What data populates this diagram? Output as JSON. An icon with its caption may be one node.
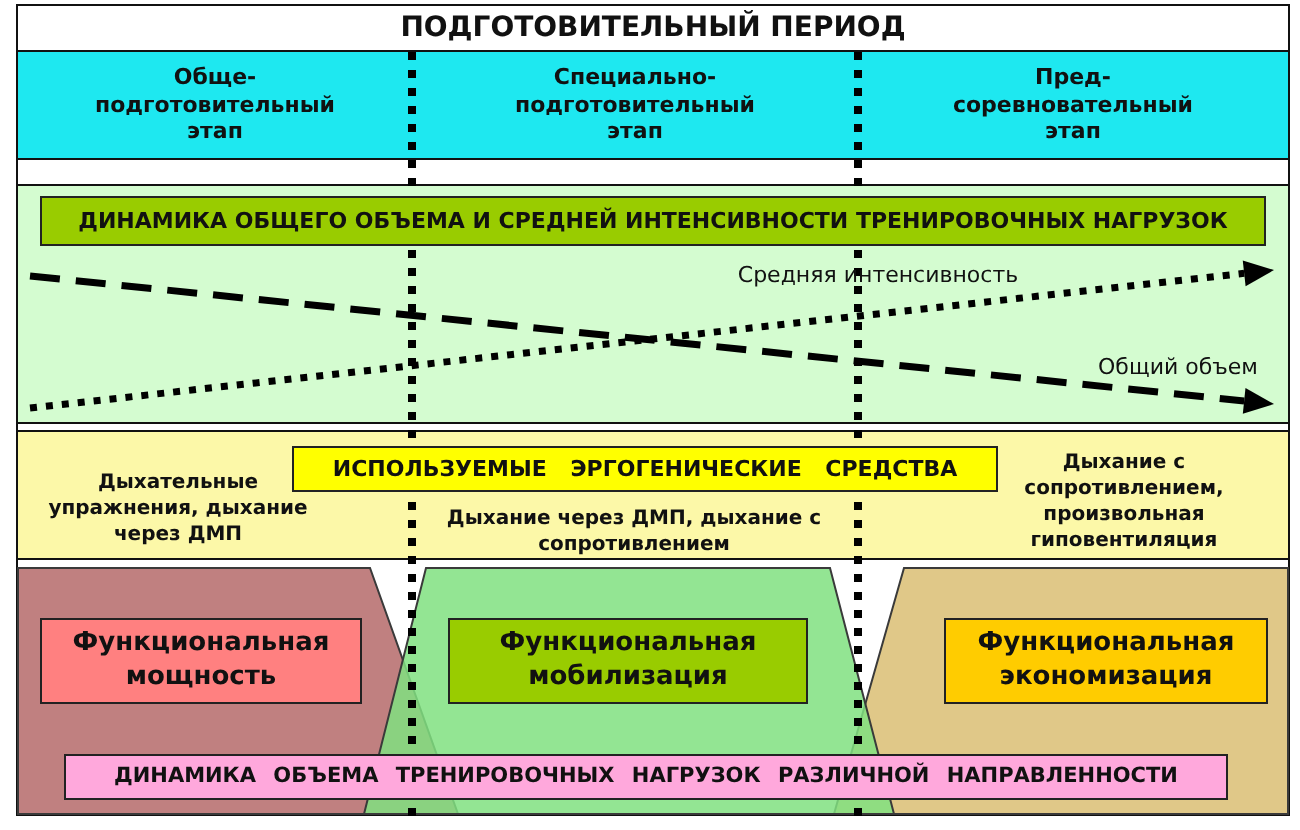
{
  "diagram": {
    "title": "ПОДГОТОВИТЕЛЬНЫЙ ПЕРИОД",
    "nodes": [
      {
        "text": [
          "Обще-подготовительный этап"
        ]
      },
      {
        "text": [
          "Специально-подготовительный этап"
        ]
      },
      {
        "text": [
          "Пред-соревновательный этап"
        ]
      },
      {
        "text": [],
        "shape": "box"
      },
      {
        "text": [
          "ДИНАМИКА ОБЩЕГО ОБЪЕМА И СРЕДНЕЙ ИНТЕНСИВНОСТИ ТРЕНИРОВОЧНЫХ НАГРУЗОК"
        ],
        "in": 3
      },
      {
        "text": [
          "Дыхательные упражнения, дыхание через ДМП",
          "Дыхание через ДМП, дыхание с сопротивлением",
          "Дыхание с сопротивлением, произвольная гиповентиляция"
        ]
      },
      {
        "text": [
          "ИСПОЛЬЗУЕМЫЕ ЭРГОГЕНИЧЕСКИЕ СРЕДСТВА"
        ],
        "in": 5
      },
      {
        "text": [],
        "shape": "trapezoid"
      },
      {
        "text": [
          "Функциональная мощность"
        ],
        "in": 7
      },
      {
        "text": [],
        "shape": "trapezoid"
      },
      {
        "text": [
          "Функциональная мобилизация"
        ],
        "in": 9
      },
      {
        "text": [],
        "shape": "trapezoid"
      },
      {
        "text": [
          "Функциональная экономизация"
        ],
        "in": 11
      },
      {
        "text": [
          "ДИНАМИКА ОБЪЕМА ТРЕНИРОВОЧНЫХ НАГРУЗОК РАЗЛИЧНОЙ НАПРАВЛЕННОСТИ"
        ]
      }
    ],
    "labels": [
      "Средняя интенсивность",
      "Общий объем"
    ]
  }
}
